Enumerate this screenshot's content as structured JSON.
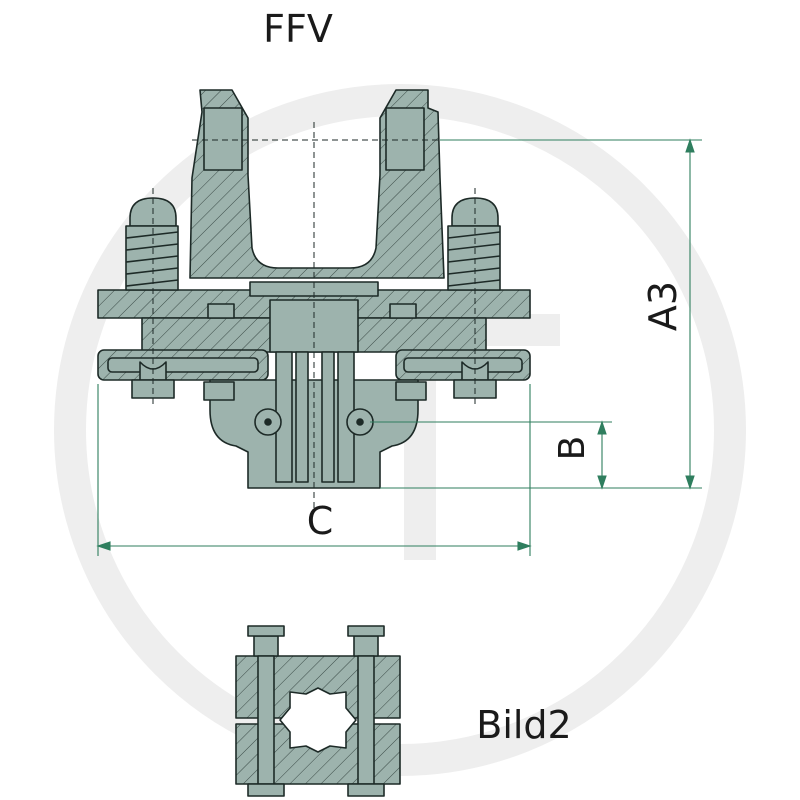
{
  "labels": {
    "title": "FFV",
    "dim_a3": "A3",
    "dim_b": "B",
    "dim_c": "C",
    "detail": "Bild2"
  },
  "colors": {
    "part_fill": "#9db3ad",
    "hatch": "#3a4a46",
    "outline": "#1d2a27",
    "dimension": "#2f7e5e",
    "watermark": "#eeeeee"
  }
}
